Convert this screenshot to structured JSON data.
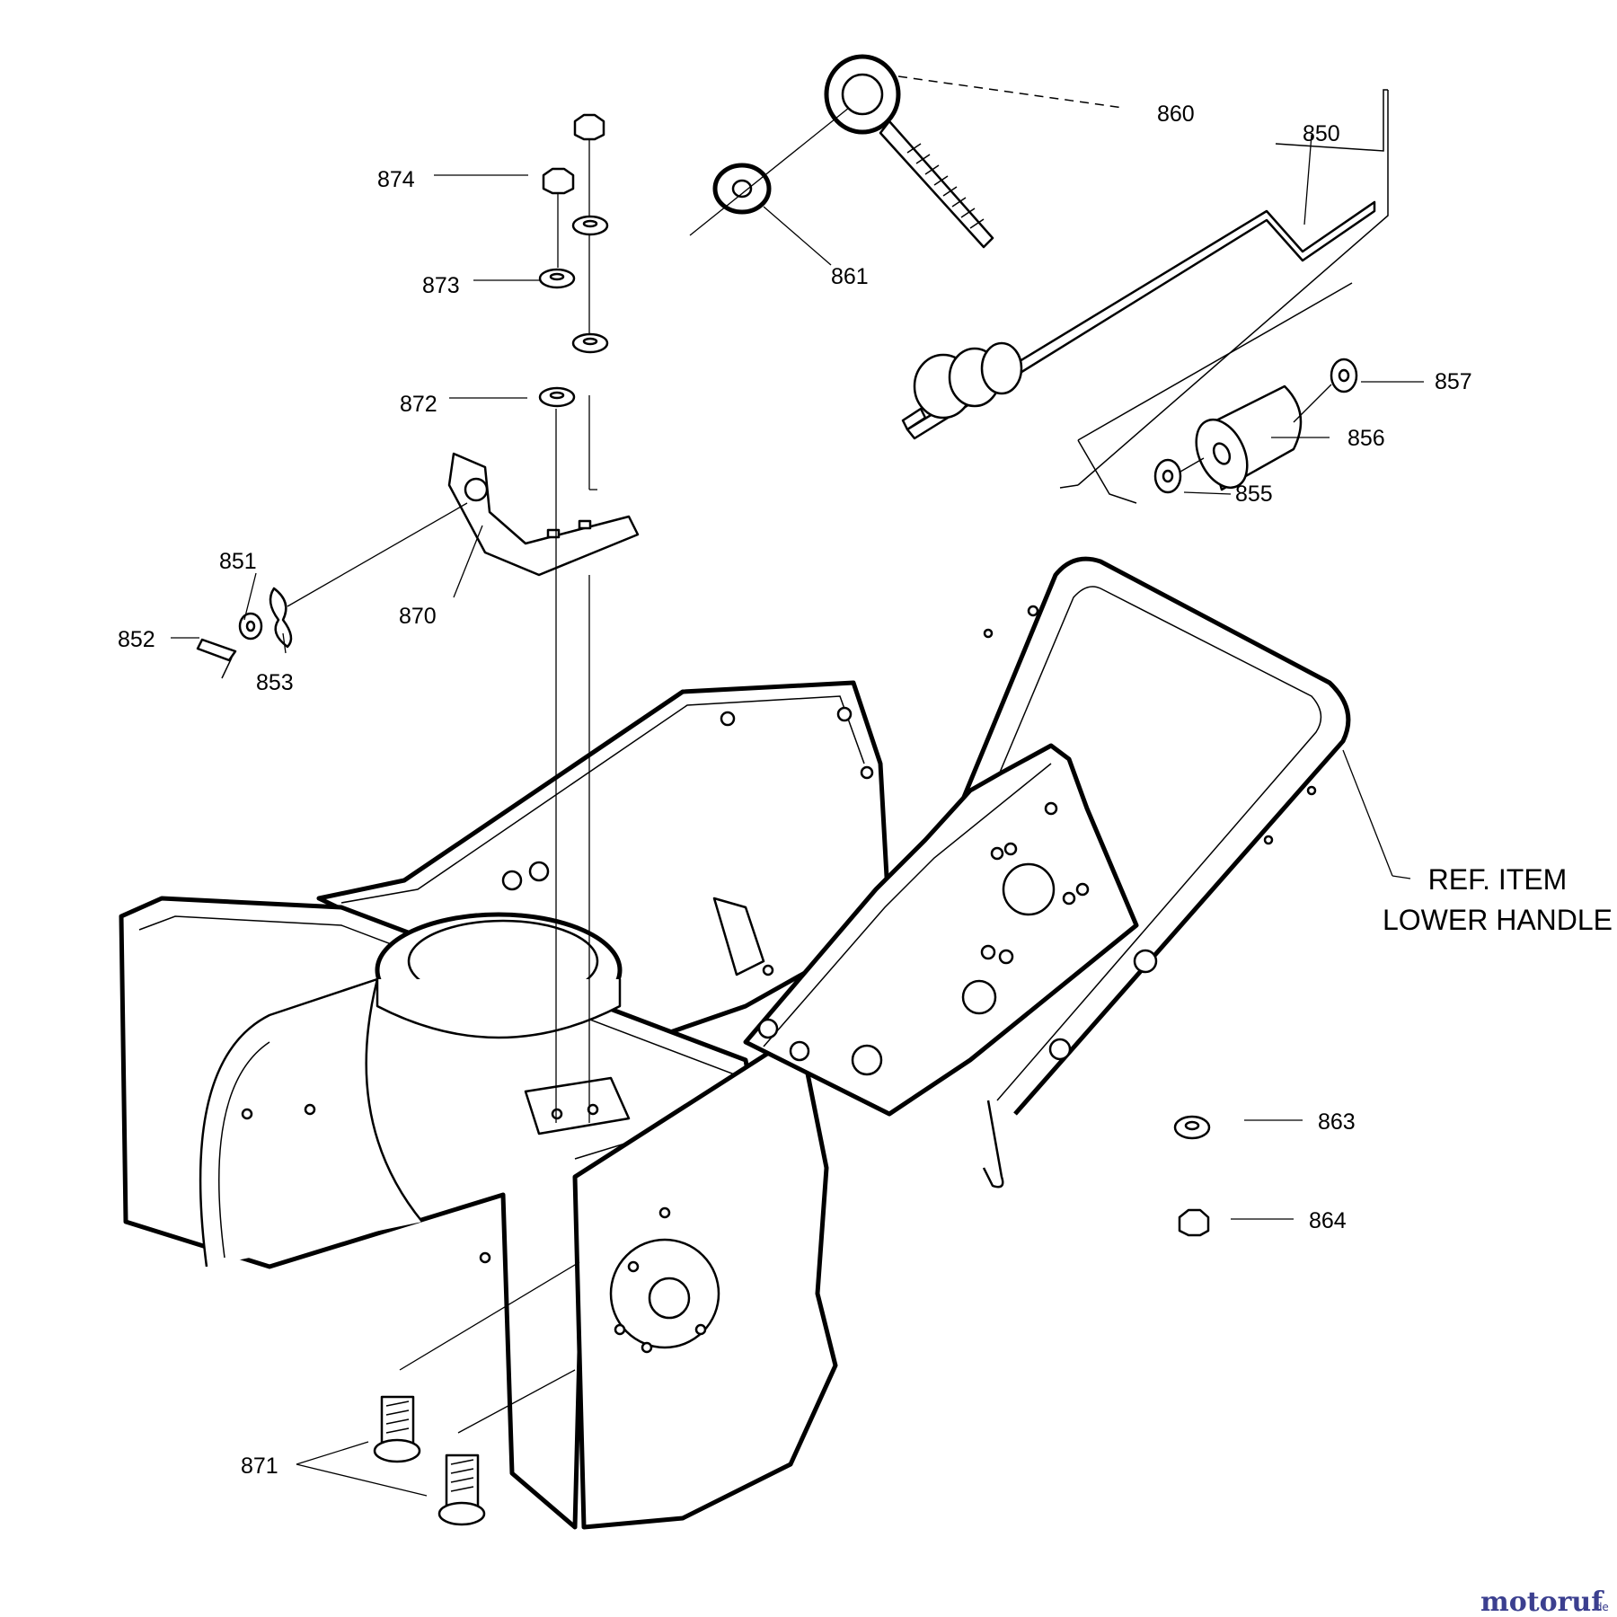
{
  "parts": [
    {
      "id": "p860",
      "label": "860"
    },
    {
      "id": "p850",
      "label": "850"
    },
    {
      "id": "p874",
      "label": "874"
    },
    {
      "id": "p861",
      "label": "861"
    },
    {
      "id": "p873",
      "label": "873"
    },
    {
      "id": "p857",
      "label": "857"
    },
    {
      "id": "p872",
      "label": "872"
    },
    {
      "id": "p856",
      "label": "856"
    },
    {
      "id": "p855",
      "label": "855"
    },
    {
      "id": "p851",
      "label": "851"
    },
    {
      "id": "p870",
      "label": "870"
    },
    {
      "id": "p852",
      "label": "852"
    },
    {
      "id": "p853",
      "label": "853"
    },
    {
      "id": "p863",
      "label": "863"
    },
    {
      "id": "p864",
      "label": "864"
    },
    {
      "id": "p871",
      "label": "871"
    }
  ],
  "reference": {
    "line1": "REF. ITEM",
    "line2": "LOWER HANDLE"
  },
  "watermark": {
    "main": "motoruf",
    "suffix": ".de",
    "color": "#3b3f8f"
  }
}
